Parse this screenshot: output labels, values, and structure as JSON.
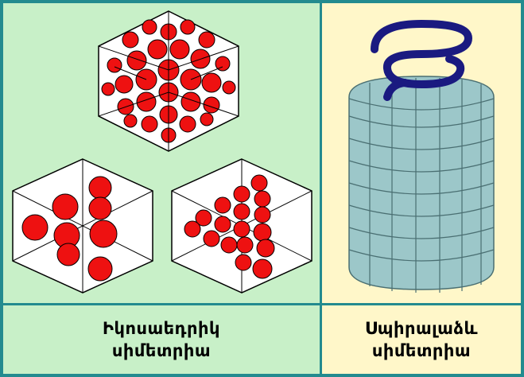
{
  "labels": {
    "icosahedral_line1": "Իկոսաեդրիկ",
    "icosahedral_line2": "սիմետրիա",
    "helical_line1": "Սպիրալաձև",
    "helical_line2": "սիմետրիա"
  },
  "colors": {
    "border": "#238b8f",
    "left_bg": "#c8f0c8",
    "right_bg": "#fff7c9",
    "capsomere_red": "#ee1111",
    "helix_blue": "#1a1a80",
    "capsid_teal": "#9cc7c9"
  },
  "icons": [
    "icosahedral-capsid-icon",
    "icosahedron-small-capsomeres-icon",
    "icosahedron-medium-capsomeres-icon",
    "helical-capsid-icon",
    "nucleic-acid-helix-icon"
  ]
}
